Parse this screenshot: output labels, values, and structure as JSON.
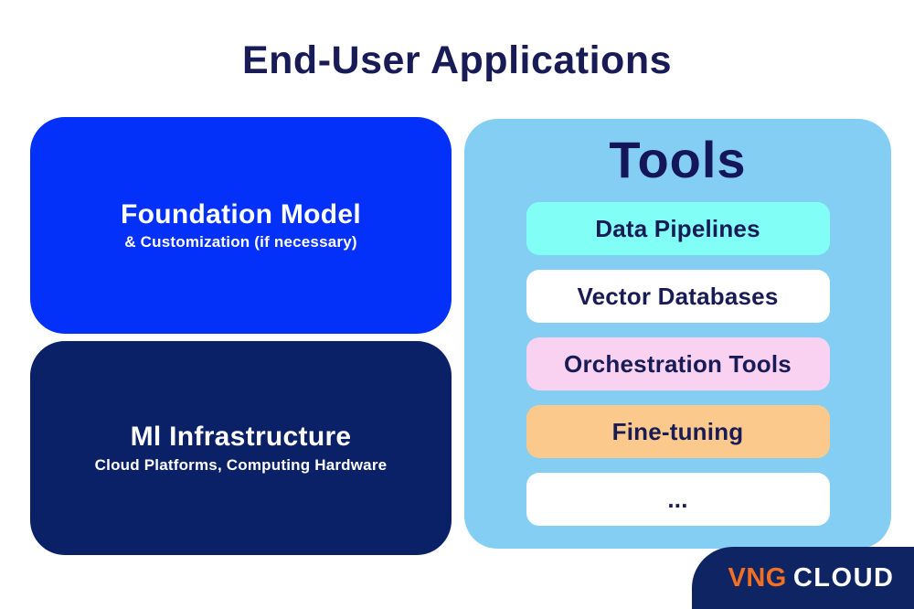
{
  "title": "End-User Applications",
  "colors": {
    "navy_text": "#191B56",
    "bright_blue": "#0331FA",
    "dark_navy": "#0A2167",
    "sky_panel": "#85CEF3",
    "badge_navy": "#0E2463",
    "logo_orange": "#F36F21",
    "tools_title": "#14165A"
  },
  "stack": {
    "foundation": {
      "title": "Foundation Model",
      "subtitle": "& Customization (if necessary)"
    },
    "infrastructure": {
      "title": "Ml Infrastructure",
      "subtitle": "Cloud Platforms, Computing Hardware"
    }
  },
  "tools": {
    "title": "Tools",
    "items": [
      {
        "label": "Data Pipelines",
        "bg": "#81FEF6"
      },
      {
        "label": "Vector Databases",
        "bg": "#FFFFFF"
      },
      {
        "label": "Orchestration Tools",
        "bg": "#F8D2F0"
      },
      {
        "label": "Fine-tuning",
        "bg": "#FBC98B"
      },
      {
        "label": "...",
        "bg": "#FFFFFF"
      }
    ]
  },
  "logo": {
    "brand": "VNG",
    "product": "CLOUD"
  }
}
